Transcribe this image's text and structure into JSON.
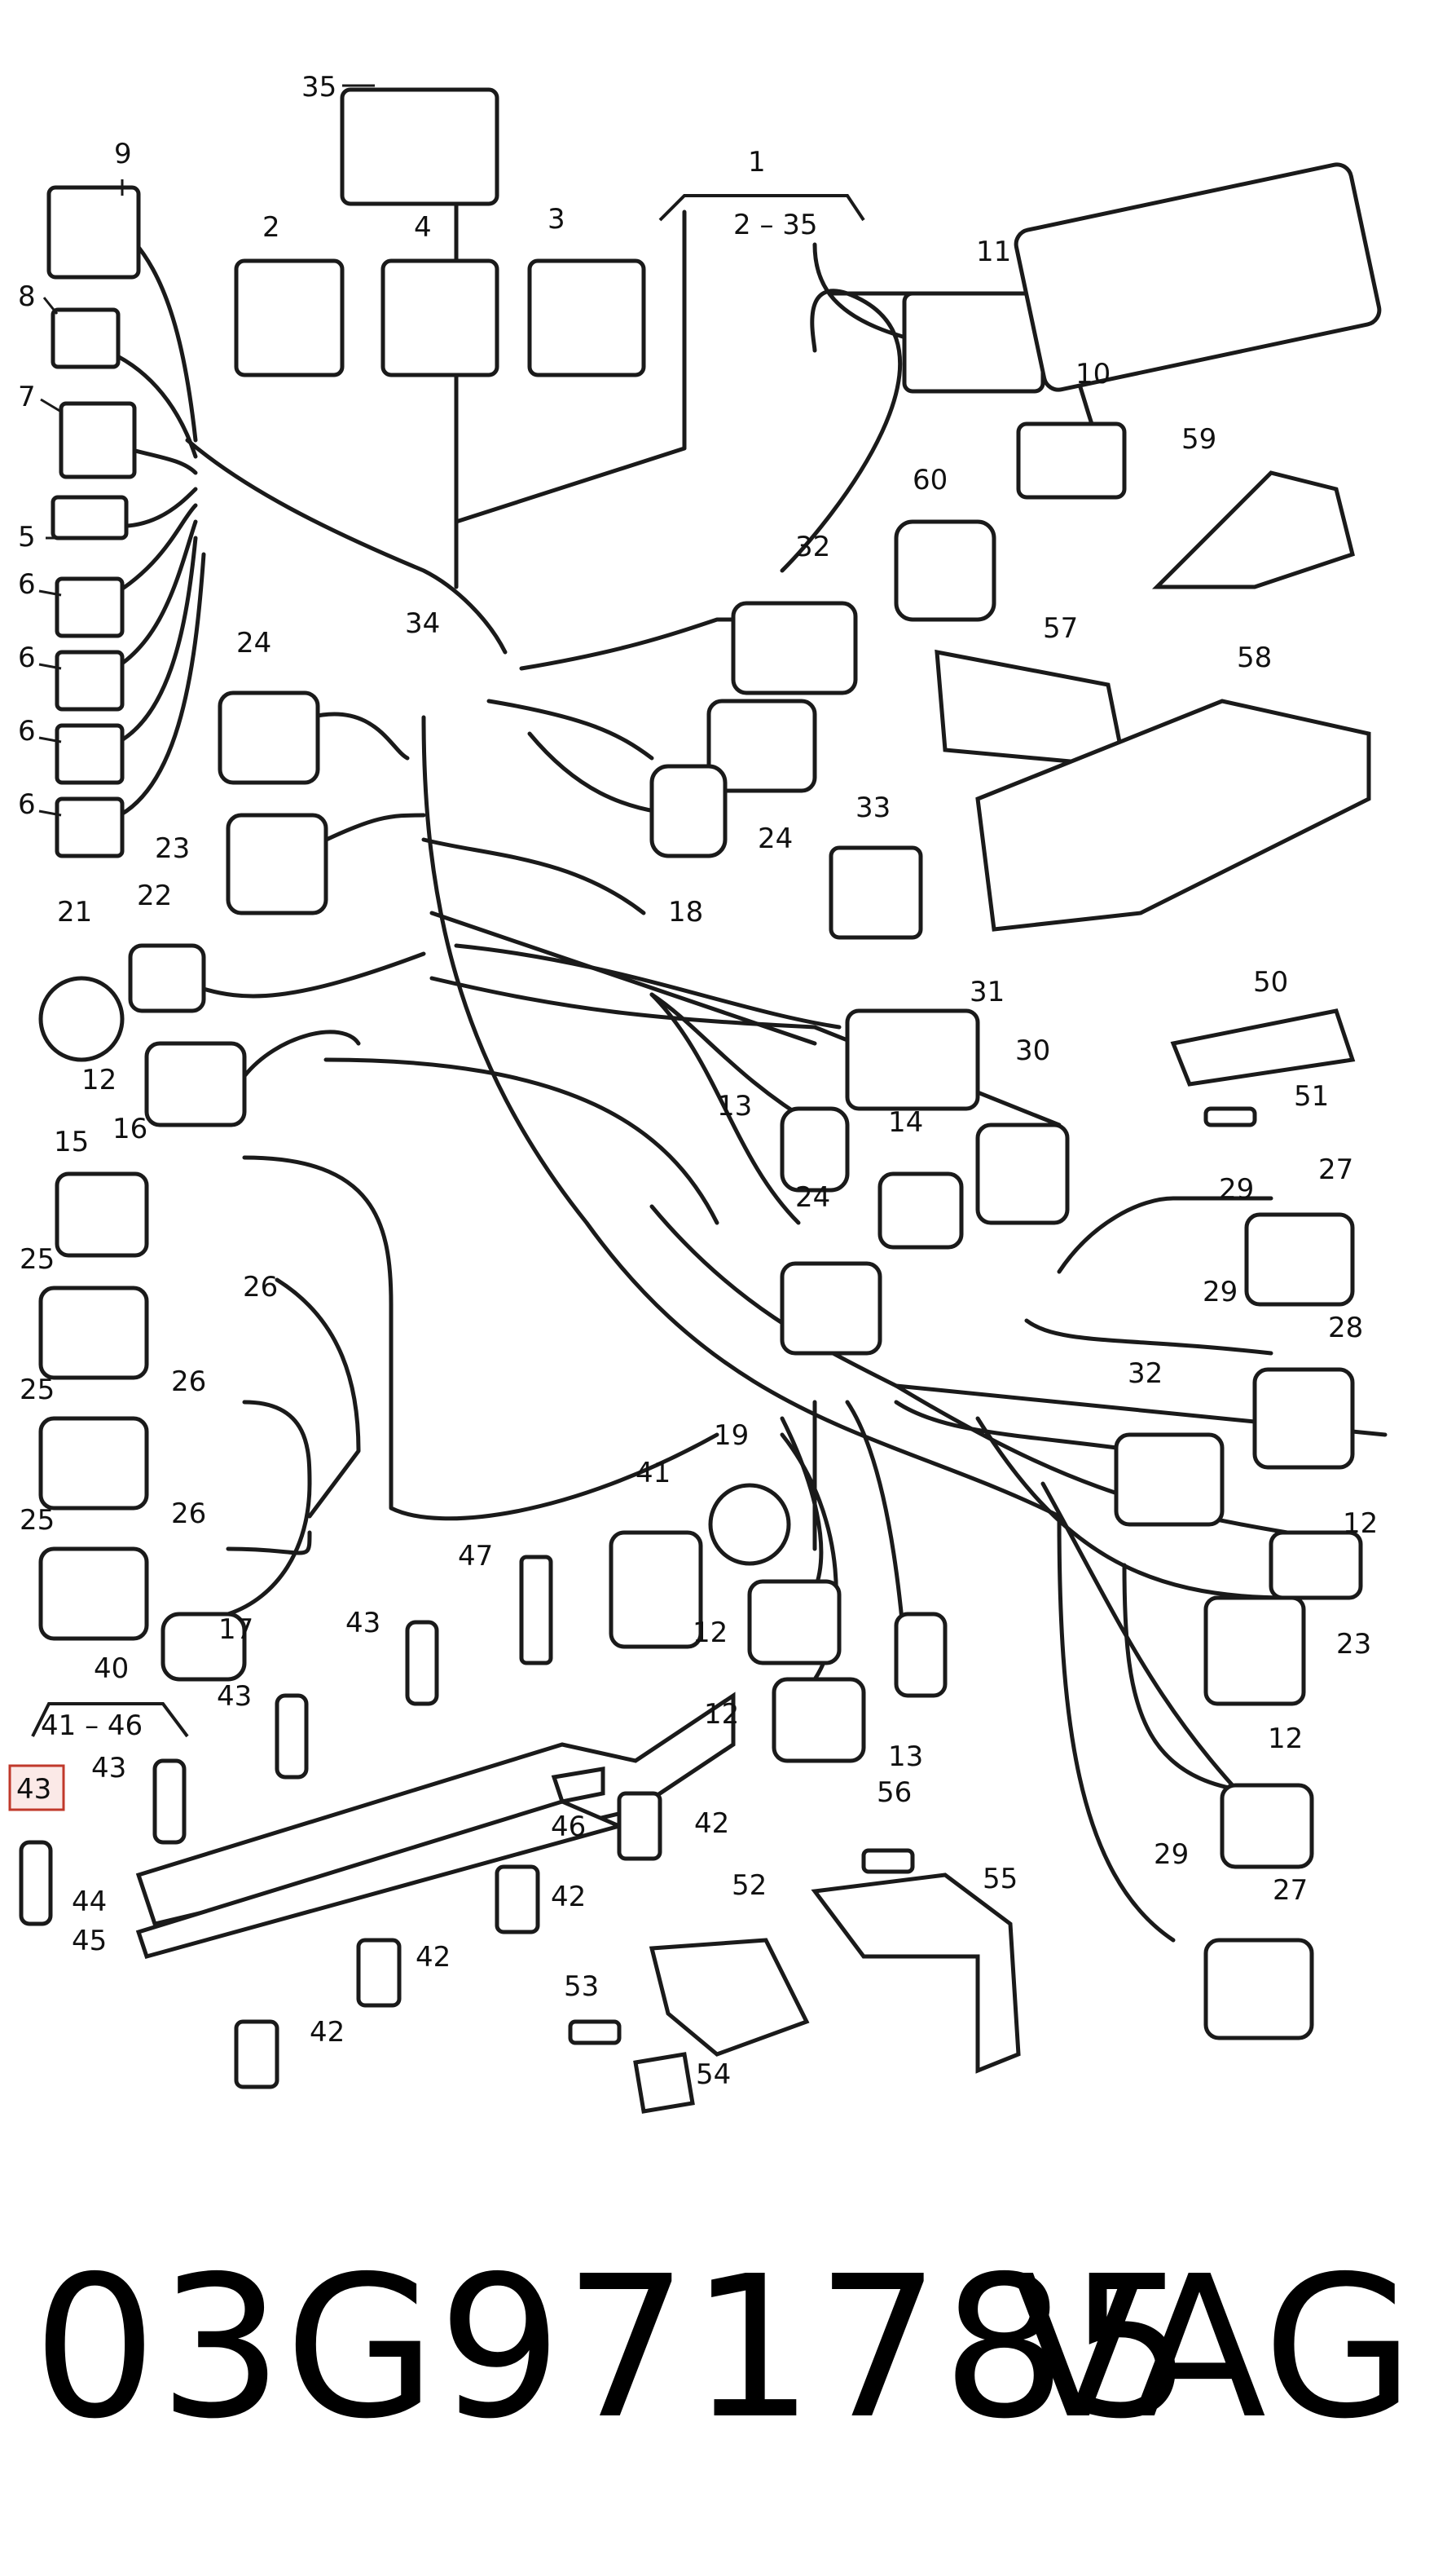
{
  "diagram": {
    "highlighted_label": "43",
    "group_labels": [
      {
        "number": "1",
        "range": "2 – 35"
      },
      {
        "number": "40",
        "range": "41 – 46"
      }
    ],
    "labels": [
      "35",
      "9",
      "8",
      "7",
      "5",
      "6",
      "6",
      "6",
      "6",
      "2",
      "4",
      "3",
      "11",
      "10",
      "59",
      "60",
      "57",
      "58",
      "32",
      "34",
      "24",
      "24",
      "23",
      "18",
      "33",
      "21",
      "22",
      "12",
      "31",
      "50",
      "51",
      "30",
      "13",
      "14",
      "15",
      "16",
      "24",
      "29",
      "27",
      "25",
      "26",
      "25",
      "26",
      "25",
      "26",
      "29",
      "28",
      "32",
      "19",
      "41",
      "12",
      "47",
      "17",
      "43",
      "43",
      "43",
      "12",
      "13",
      "12",
      "23",
      "12",
      "44",
      "45",
      "46",
      "42",
      "42",
      "42",
      "42",
      "56",
      "55",
      "52",
      "53",
      "54",
      "29",
      "27"
    ],
    "colors": {
      "line": "#1a1a1a",
      "highlight_box": "#c0392b",
      "highlight_fill": "#fbe9e7"
    }
  },
  "caption": {
    "part_number": "03G971785",
    "brand": "VAG"
  }
}
